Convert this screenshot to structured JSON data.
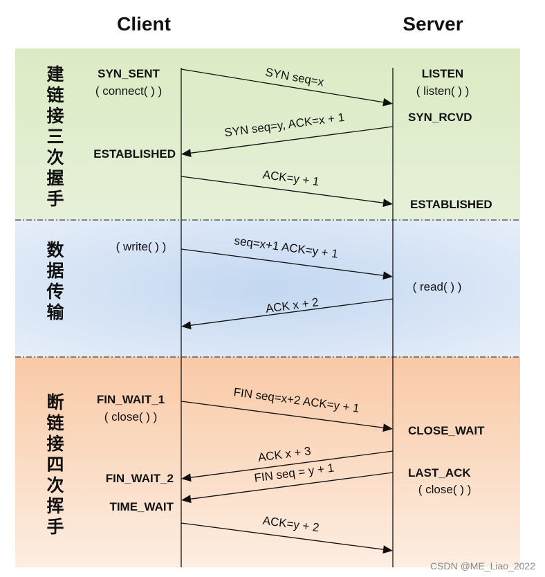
{
  "headers": {
    "client": "Client",
    "server": "Server"
  },
  "phases": [
    {
      "id": "handshake",
      "label": "建链接三次握手"
    },
    {
      "id": "transfer",
      "label": "数据传输"
    },
    {
      "id": "teardown",
      "label": "断链接四次挥手"
    }
  ],
  "client_labels": [
    {
      "id": "syn-sent",
      "text": "SYN_SENT",
      "bold": true
    },
    {
      "id": "connect-call",
      "text": "( connect( ) )",
      "bold": false
    },
    {
      "id": "established",
      "text": "ESTABLISHED",
      "bold": true
    },
    {
      "id": "write-call",
      "text": "( write( ) )",
      "bold": false
    },
    {
      "id": "fin-wait-1",
      "text": "FIN_WAIT_1",
      "bold": true
    },
    {
      "id": "close-call",
      "text": "( close( ) )",
      "bold": false
    },
    {
      "id": "fin-wait-2",
      "text": "FIN_WAIT_2",
      "bold": true
    },
    {
      "id": "time-wait",
      "text": "TIME_WAIT",
      "bold": true
    }
  ],
  "server_labels": [
    {
      "id": "listen",
      "text": "LISTEN",
      "bold": true
    },
    {
      "id": "listen-call",
      "text": "( listen( ) )",
      "bold": false
    },
    {
      "id": "syn-rcvd",
      "text": "SYN_RCVD",
      "bold": true
    },
    {
      "id": "established",
      "text": "ESTABLISHED",
      "bold": true
    },
    {
      "id": "read-call",
      "text": "( read( ) )",
      "bold": false
    },
    {
      "id": "close-wait",
      "text": "CLOSE_WAIT",
      "bold": true
    },
    {
      "id": "last-ack",
      "text": "LAST_ACK",
      "bold": true
    },
    {
      "id": "close-call",
      "text": "( close( ) )",
      "bold": false
    }
  ],
  "messages": [
    {
      "id": "syn",
      "label": "SYN seq=x",
      "direction": "client-to-server"
    },
    {
      "id": "syn-ack",
      "label": "SYN seq=y, ACK=x + 1",
      "direction": "server-to-client"
    },
    {
      "id": "ack-1",
      "label": "ACK=y + 1",
      "direction": "client-to-server"
    },
    {
      "id": "data",
      "label": "seq=x+1 ACK=y + 1",
      "direction": "client-to-server"
    },
    {
      "id": "data-ack",
      "label": "ACK x + 2",
      "direction": "server-to-client"
    },
    {
      "id": "fin-1",
      "label": "FIN seq=x+2 ACK=y + 1",
      "direction": "client-to-server"
    },
    {
      "id": "ack-fin-1",
      "label": "ACK x + 3",
      "direction": "server-to-client"
    },
    {
      "id": "fin-2",
      "label": "FIN seq = y + 1",
      "direction": "server-to-client"
    },
    {
      "id": "ack-fin-2",
      "label": "ACK=y + 2",
      "direction": "client-to-server"
    }
  ],
  "watermark": "CSDN @ME_Liao_2022",
  "colors": {
    "handshake_band": "#e3efd2",
    "transfer_band": "#dce8f6",
    "teardown_band": "#fbe0cc"
  }
}
